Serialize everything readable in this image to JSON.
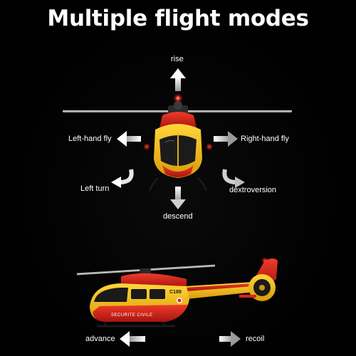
{
  "title": "Multiple flight modes",
  "labels": {
    "rise": "rise",
    "left_hand_fly": "Left-hand fly",
    "right_hand_fly": "Right-hand fly",
    "left_turn": "Left turn",
    "dextroversion": "dextroversion",
    "descend": "descend",
    "advance": "advance",
    "recoil": "recoil"
  },
  "livery": {
    "registration": "C189",
    "side_text": "SECURITE CIVILE"
  },
  "colors": {
    "background": "#000000",
    "text": "#ffffff",
    "body_yellow": "#f2c014",
    "body_red": "#d8251c",
    "arrow_white": "#f2f2f2"
  }
}
